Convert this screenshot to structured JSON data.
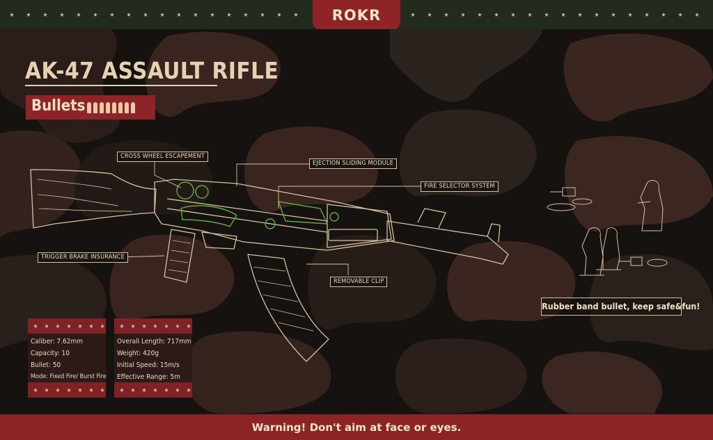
{
  "brand": {
    "logo": "ROKR"
  },
  "title": "AK-47 ASSAULT RIFLE",
  "bullets_label": "Bullets",
  "bullet_count": 8,
  "callouts": {
    "cross_wheel": "CROSS WHEEL ESCAPEMENT",
    "ejection": "EJECTION SLIDING MODULE",
    "fire_selector": "FIRE SELECTOR SYSTEM",
    "trigger": "TRIGGER BRAKE INSURANCE",
    "clip": "REMOVABLE CLIP"
  },
  "slogan": "Rubber band bullet, keep safe&fun!",
  "specs_left": {
    "caliber": "Caliber: 7.62mm",
    "capacity": "Capacity: 10",
    "bullet": "Bullet: 50",
    "mode": "Mode: Fixed Fire/ Burst Fire"
  },
  "specs_right": {
    "length": "Overall Length: 717mm",
    "weight": "Weight:  420g",
    "speed": "Initial Speed: 15m/s",
    "range": "Effective Range: 5m"
  },
  "warning": "Warning!  Don't aim at face or eyes.",
  "colors": {
    "accent_red": "#8e2428",
    "cream": "#e6d2b3",
    "olive": "#222b1d",
    "gun_outline": "#d8c3a0",
    "gear_green": "#5fae3a"
  }
}
